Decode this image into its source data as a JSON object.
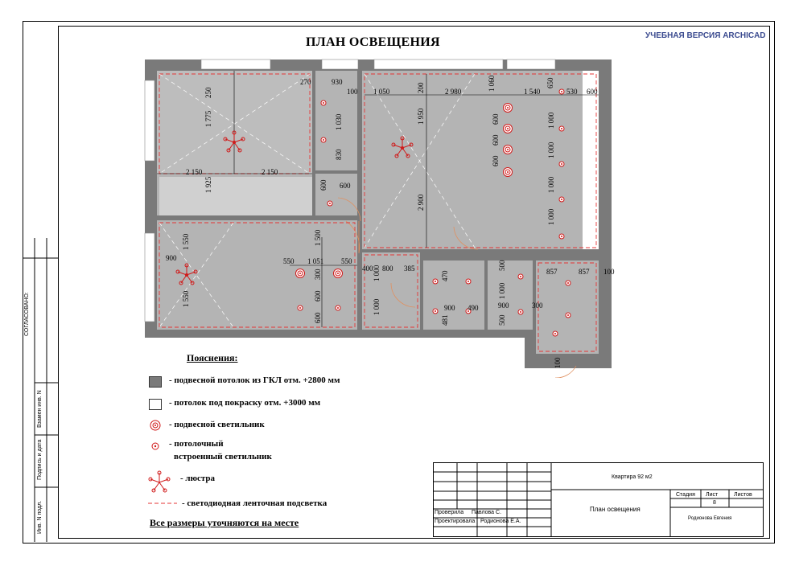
{
  "title": "ПЛАН ОСВЕЩЕНИЯ",
  "watermark": "УЧЕБНАЯ ВЕРСИЯ ARCHICAD",
  "side_stamp": {
    "agreed": "СОГЛАСОВАНО:",
    "swap_inv": "Взамен инв. N",
    "sign_date": "Подпись и дата",
    "inv_orig": "Инв. N подл."
  },
  "legend": {
    "heading": "Пояснения:",
    "items": [
      "- подвесной потолок из ГКЛ отм. +2800 мм",
      "- потолок под покраску отм. +3000 мм",
      "- подвесной светильник",
      "- потолочный",
      "встроенный светильник",
      "- люстра",
      "- светодиодная ленточная подсветка"
    ],
    "note": "Все размеры уточняются на месте"
  },
  "titleblock": {
    "project": "Квартира 92 м2",
    "sheet_name": "План освещения",
    "stage_label": "Стадия",
    "sheet_label": "Лист",
    "sheets_label": "Листов",
    "sheet_no": "8",
    "author": "Родионова Евгения",
    "checked_label": "Проверила",
    "checked_name": "Павлова С.",
    "designed_label": "Проектировала",
    "designed_name": "Родионова Е.А."
  },
  "dims": {
    "d250": "250",
    "d1775": "1 775",
    "d270": "270",
    "d930": "930",
    "d100a": "100",
    "d1050": "1 050",
    "d200": "200",
    "d2980": "2 980",
    "d1060": "1 060",
    "d650": "650",
    "d1540": "1 540",
    "d530": "530",
    "d600a": "600",
    "d1030": "1 030",
    "d830": "830",
    "d1950": "1 950",
    "d600b": "600",
    "d600c": "600",
    "d600d": "600",
    "d1000a": "1 000",
    "d1000b": "1 000",
    "d1000c": "1 000",
    "d1000d": "1 000",
    "d2150a": "2 150",
    "d2150b": "2 150",
    "d1925": "1 925",
    "d600e": "600",
    "d600f": "600",
    "d2900": "2 900",
    "d1550a": "1 550",
    "d900a": "900",
    "d1500": "1 500",
    "d550a": "550",
    "d1051": "1 051",
    "d550b": "550",
    "d1550b": "1 550",
    "d300a": "300",
    "d600g": "600",
    "d600h": "600",
    "d400": "400",
    "d800": "800",
    "d385": "385",
    "d1000e": "1 000",
    "d1000f": "1 000",
    "d470": "470",
    "d900b": "900",
    "d490": "490",
    "d481": "481",
    "d500a": "500",
    "d1000g": "1 000",
    "d900c": "900",
    "d500b": "500",
    "d300b": "300",
    "d857a": "857",
    "d857b": "857",
    "d100b": "100",
    "d100c": "100"
  }
}
